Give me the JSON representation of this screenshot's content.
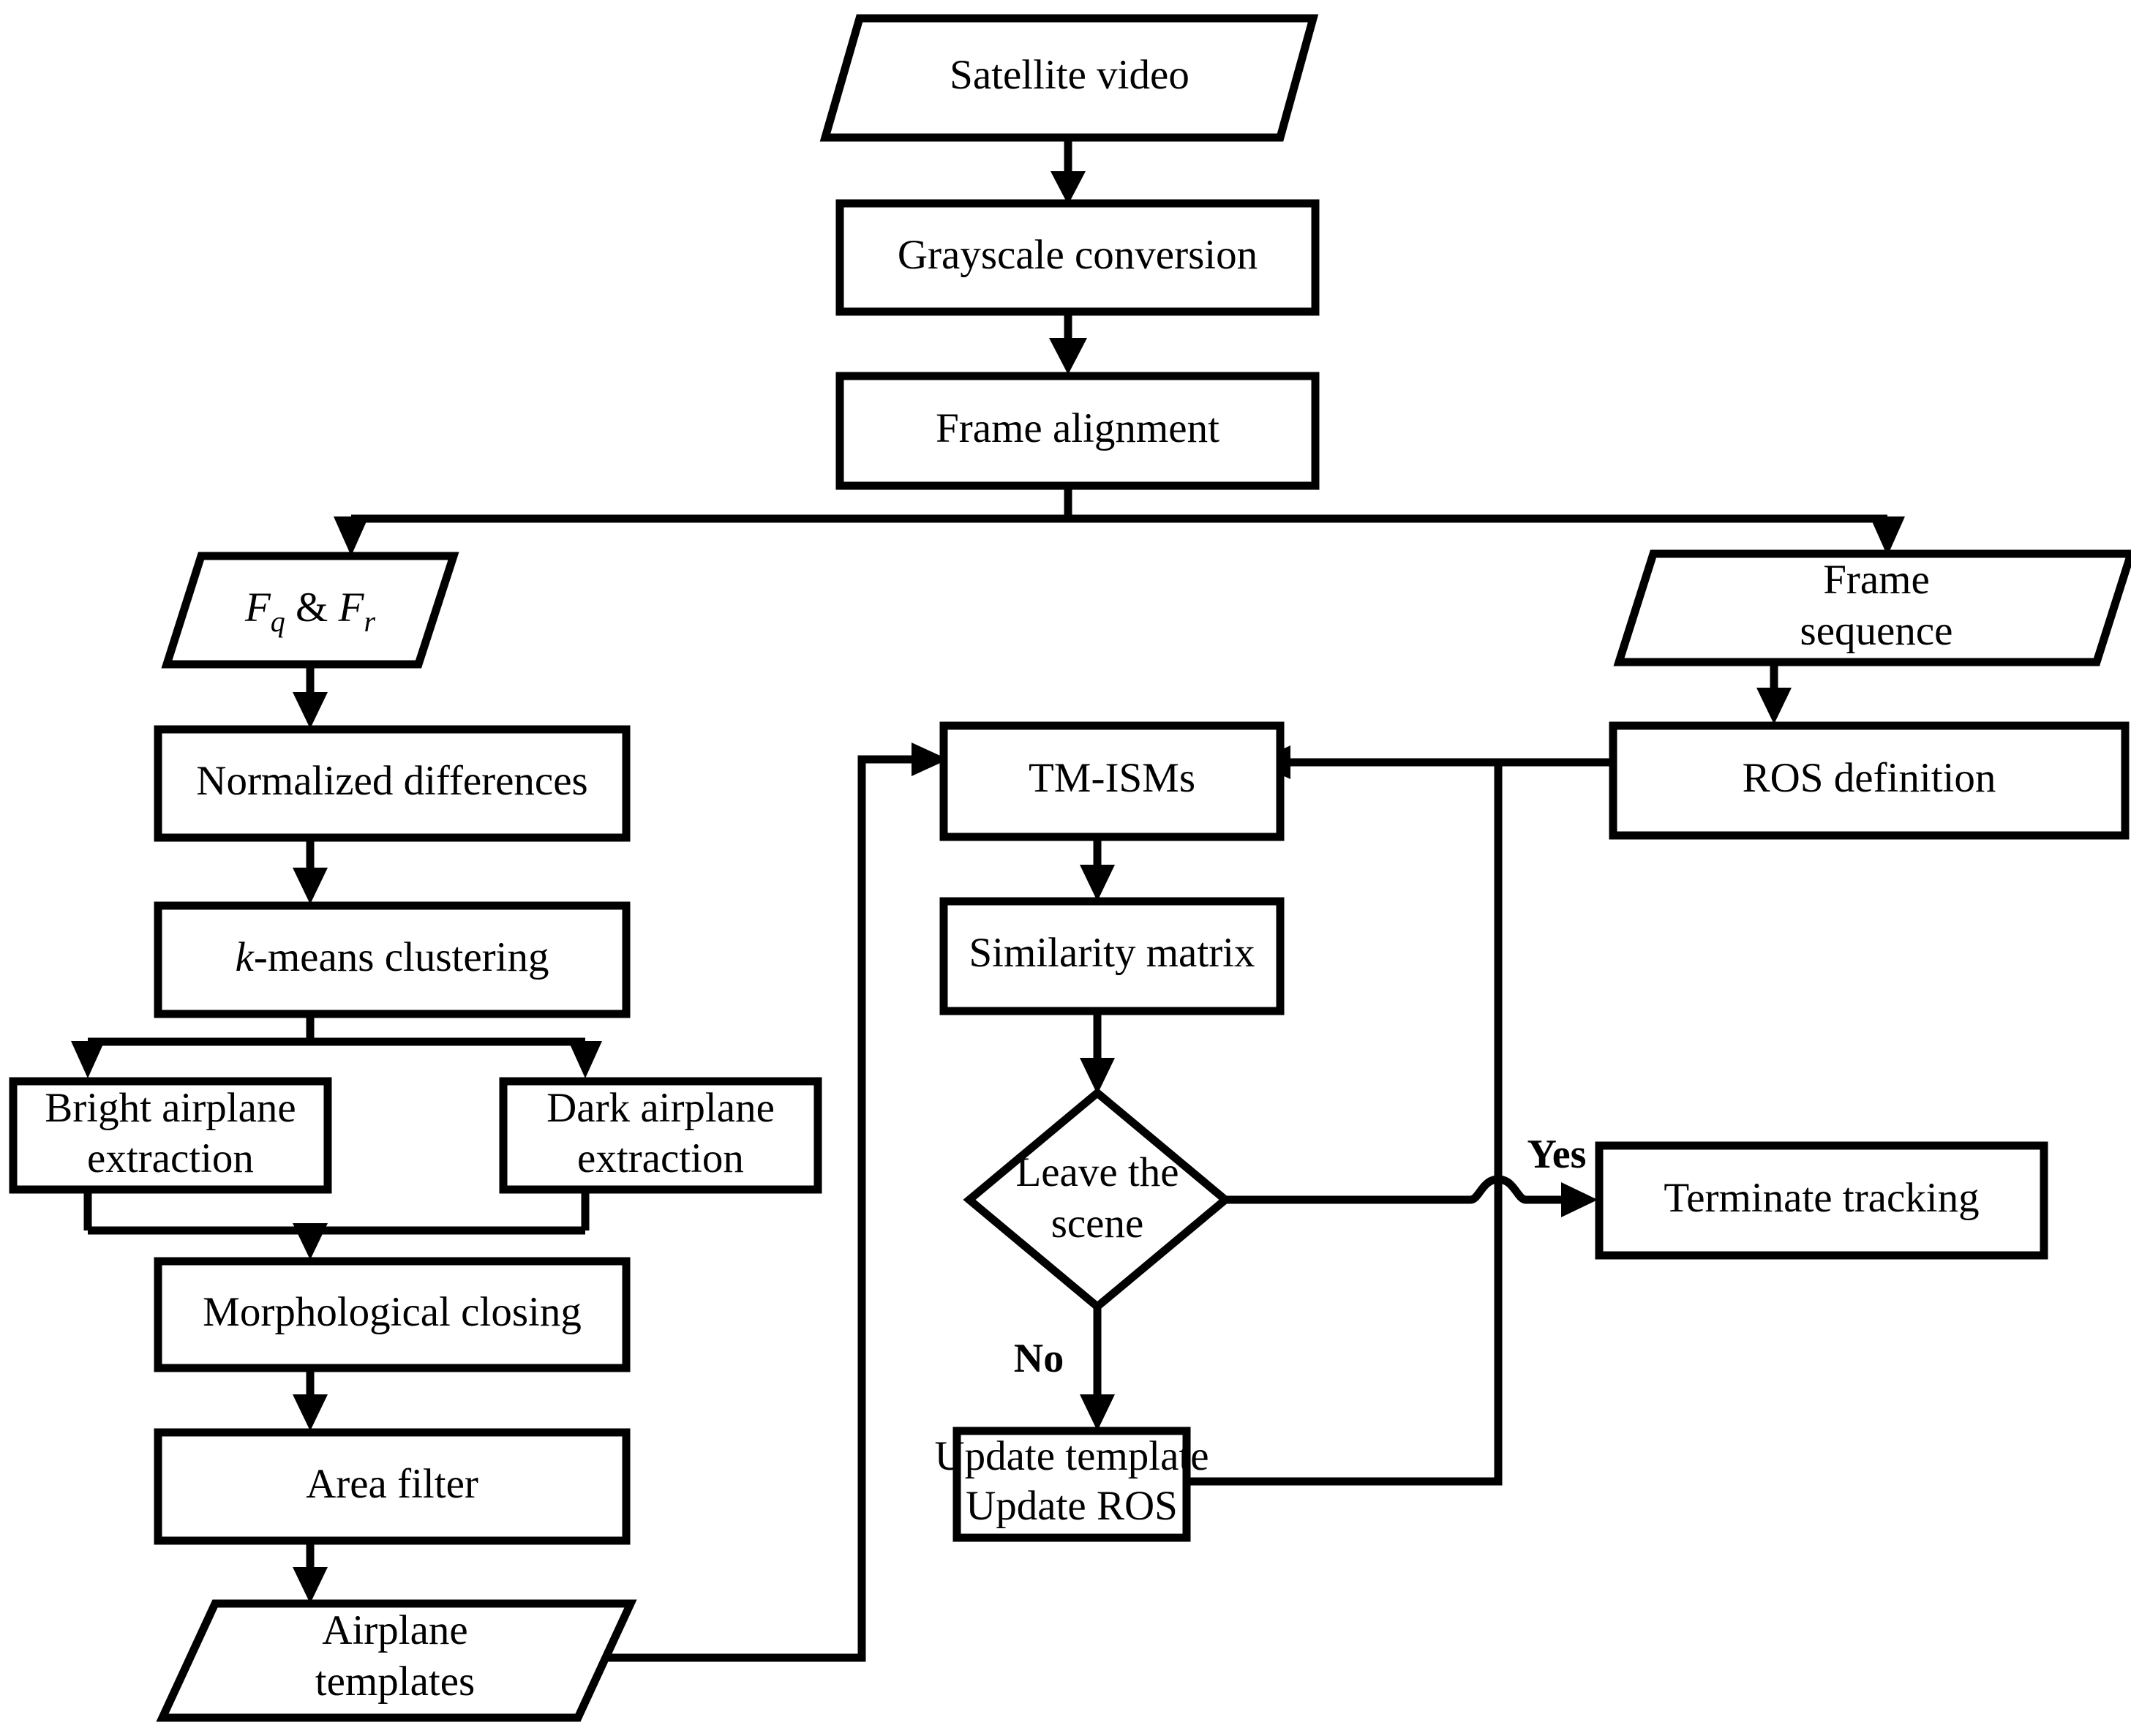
{
  "diagram": {
    "title": "Satellite video airplane detection and tracking flowchart",
    "colors": {
      "stroke": "#000000",
      "fill": "#ffffff",
      "text": "#000000"
    },
    "nodes": {
      "satellite_video": {
        "label": "Satellite video",
        "shape": "parallelogram"
      },
      "grayscale": {
        "label": "Grayscale conversion",
        "shape": "rect"
      },
      "frame_alignment": {
        "label": "Frame alignment",
        "shape": "rect"
      },
      "fq_fr": {
        "label": "F q  &  F r",
        "shape": "parallelogram",
        "parts": {
          "f1": "F",
          "sub1": "q",
          "amp": "&",
          "f2": "F",
          "sub2": "r"
        }
      },
      "frame_sequence": {
        "line1": "Frame",
        "line2": "sequence",
        "shape": "parallelogram"
      },
      "normalized_diff": {
        "label": "Normalized differences",
        "shape": "rect"
      },
      "kmeans": {
        "prefix": "k",
        "suffix": "-means clustering",
        "shape": "rect"
      },
      "bright_extraction": {
        "line1": "Bright airplane",
        "line2": "extraction",
        "shape": "rect"
      },
      "dark_extraction": {
        "line1": "Dark airplane",
        "line2": "extraction",
        "shape": "rect"
      },
      "morph_closing": {
        "label": "Morphological closing",
        "shape": "rect"
      },
      "area_filter": {
        "label": "Area filter",
        "shape": "rect"
      },
      "airplane_templates": {
        "line1": "Airplane",
        "line2": "templates",
        "shape": "parallelogram"
      },
      "ros_definition": {
        "label": "ROS definition",
        "shape": "rect"
      },
      "tm_isms": {
        "label": "TM-ISMs",
        "shape": "rect"
      },
      "similarity_matrix": {
        "label": "Similarity matrix",
        "shape": "rect"
      },
      "leave_scene": {
        "line1": "Leave the",
        "line2": "scene",
        "shape": "diamond"
      },
      "terminate_tracking": {
        "label": "Terminate tracking",
        "shape": "rect"
      },
      "update": {
        "line1": "Update template",
        "line2": "Update ROS",
        "shape": "rect"
      }
    },
    "edge_labels": {
      "yes": "Yes",
      "no": "No"
    }
  }
}
